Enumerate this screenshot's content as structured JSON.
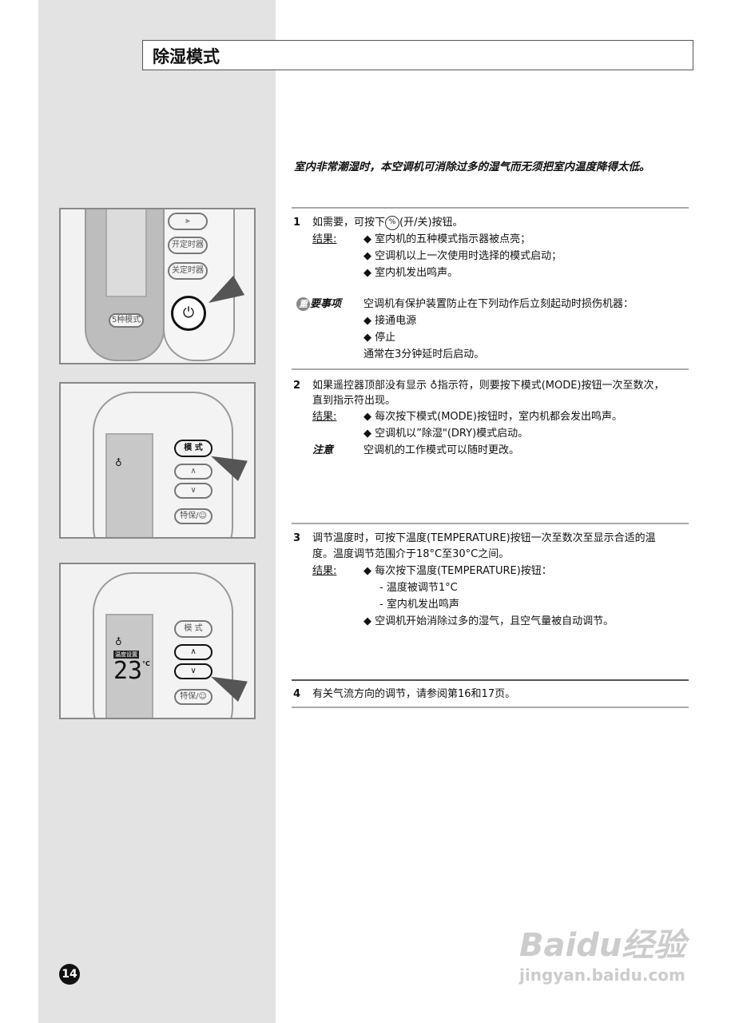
{
  "title": "除湿模式",
  "intro": "室内非常潮湿时，本空调机可消除过多的湿气而无须把室内温度降得太低。",
  "result_label": "结果:",
  "sections": [
    {
      "num": "1",
      "lines": [
        "如需要，可按下",
        "(开/关)按钮。"
      ],
      "results": [
        "室内机的五种模式指示器被点亮；",
        "空调机以上一次使用时选择的模式启动；",
        "室内机发出鸣声。"
      ],
      "important_label": "要事项",
      "important_badge": "重",
      "important_text": "空调机有保护装置防止在下列动作后立刻起动时损伤机器：",
      "important_items": [
        "接通电源",
        "停止"
      ],
      "important_after": "通常在3分钟延时后启动。"
    },
    {
      "num": "2",
      "lines": [
        "如果遥控器顶部没有显示",
        "指示符，则要按下模式(MODE)按钮一次至数次，",
        "直到指示符出现。"
      ],
      "results": [
        "每次按下模式(MODE)按钮时，室内机都会发出鸣声。",
        "空调机以”除湿\"(DRY)模式启动。"
      ],
      "note_label": "注意",
      "note_text": "空调机的工作模式可以随时更改。"
    },
    {
      "num": "3",
      "lines": [
        "调节温度时，可按下温度(TEMPERATURE)按钮一次至数次至显示合适的温",
        "度。温度调节范围介于18°C至30°C之间。"
      ],
      "results": [
        "每次按下温度(TEMPERATURE)按钮：",
        "空调机开始消除过多的湿气，且空气量被自动调节。"
      ],
      "sub": [
        "- 温度被调节1°C",
        "- 室内机发出鸣声"
      ]
    },
    {
      "num": "4",
      "lines": [
        "有关气流方向的调节，请参阅第16和17页。"
      ]
    }
  ],
  "figures": {
    "fig1": {
      "btn_swing": "⫸",
      "btn_on_timer": "开定时器",
      "btn_off_timer": "关定时器",
      "btn_5mode": "5种模式",
      "power_icon": "⏻"
    },
    "fig2": {
      "btn_mode": "模 式",
      "btn_up": "∧",
      "btn_down": "∨",
      "btn_special": "特保/☺",
      "dry_icon": "♁"
    },
    "fig3": {
      "btn_mode": "模 式",
      "btn_up": "∧",
      "btn_down": "∨",
      "btn_special": "特保/☺",
      "lcd_label": "温度设置",
      "lcd_temp": "23",
      "lcd_unit": "°C"
    }
  },
  "page_number": "14",
  "watermark": {
    "logo": "Baidu经验",
    "url": "jingyan.baidu.com"
  }
}
